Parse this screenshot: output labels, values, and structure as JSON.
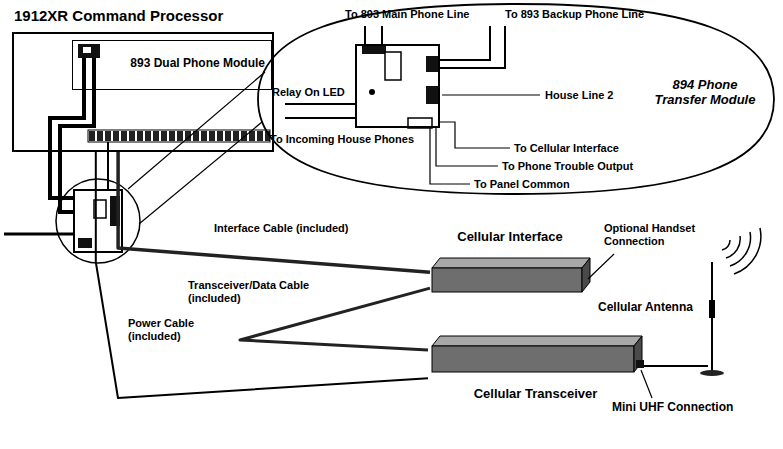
{
  "diagram": {
    "nodes": [
      {
        "text": [
          "1912XR Command Processor"
        ]
      },
      {
        "text": [
          "893 Dual Phone Module"
        ],
        "in": 0
      },
      {
        "text": [
          "894 Phone Transfer Module"
        ]
      },
      {
        "text": [
          "Cellular Interface"
        ]
      },
      {
        "text": [
          "Cellular Transceiver"
        ]
      }
    ],
    "edges": [
      {
        "from": 0,
        "to": 3,
        "arrow": "none",
        "label": "Interface Cable (included)"
      },
      {
        "from": 3,
        "to": 4,
        "arrow": "none",
        "label": "Transceiver/Data Cable (included)"
      },
      {
        "from": 0,
        "to": 4,
        "arrow": "none",
        "label": "Power Cable (included)"
      }
    ],
    "labels": [
      "To 893 Main Phone Line",
      "To 893 Backup Phone Line",
      "Relay On LED",
      "House Line 2",
      "To Incoming House Phones",
      "To Cellular Interface",
      "To Phone Trouble Output",
      "To Panel Common",
      "Optional Handset Connection",
      "Cellular Antenna",
      "Mini UHF Connection"
    ]
  }
}
